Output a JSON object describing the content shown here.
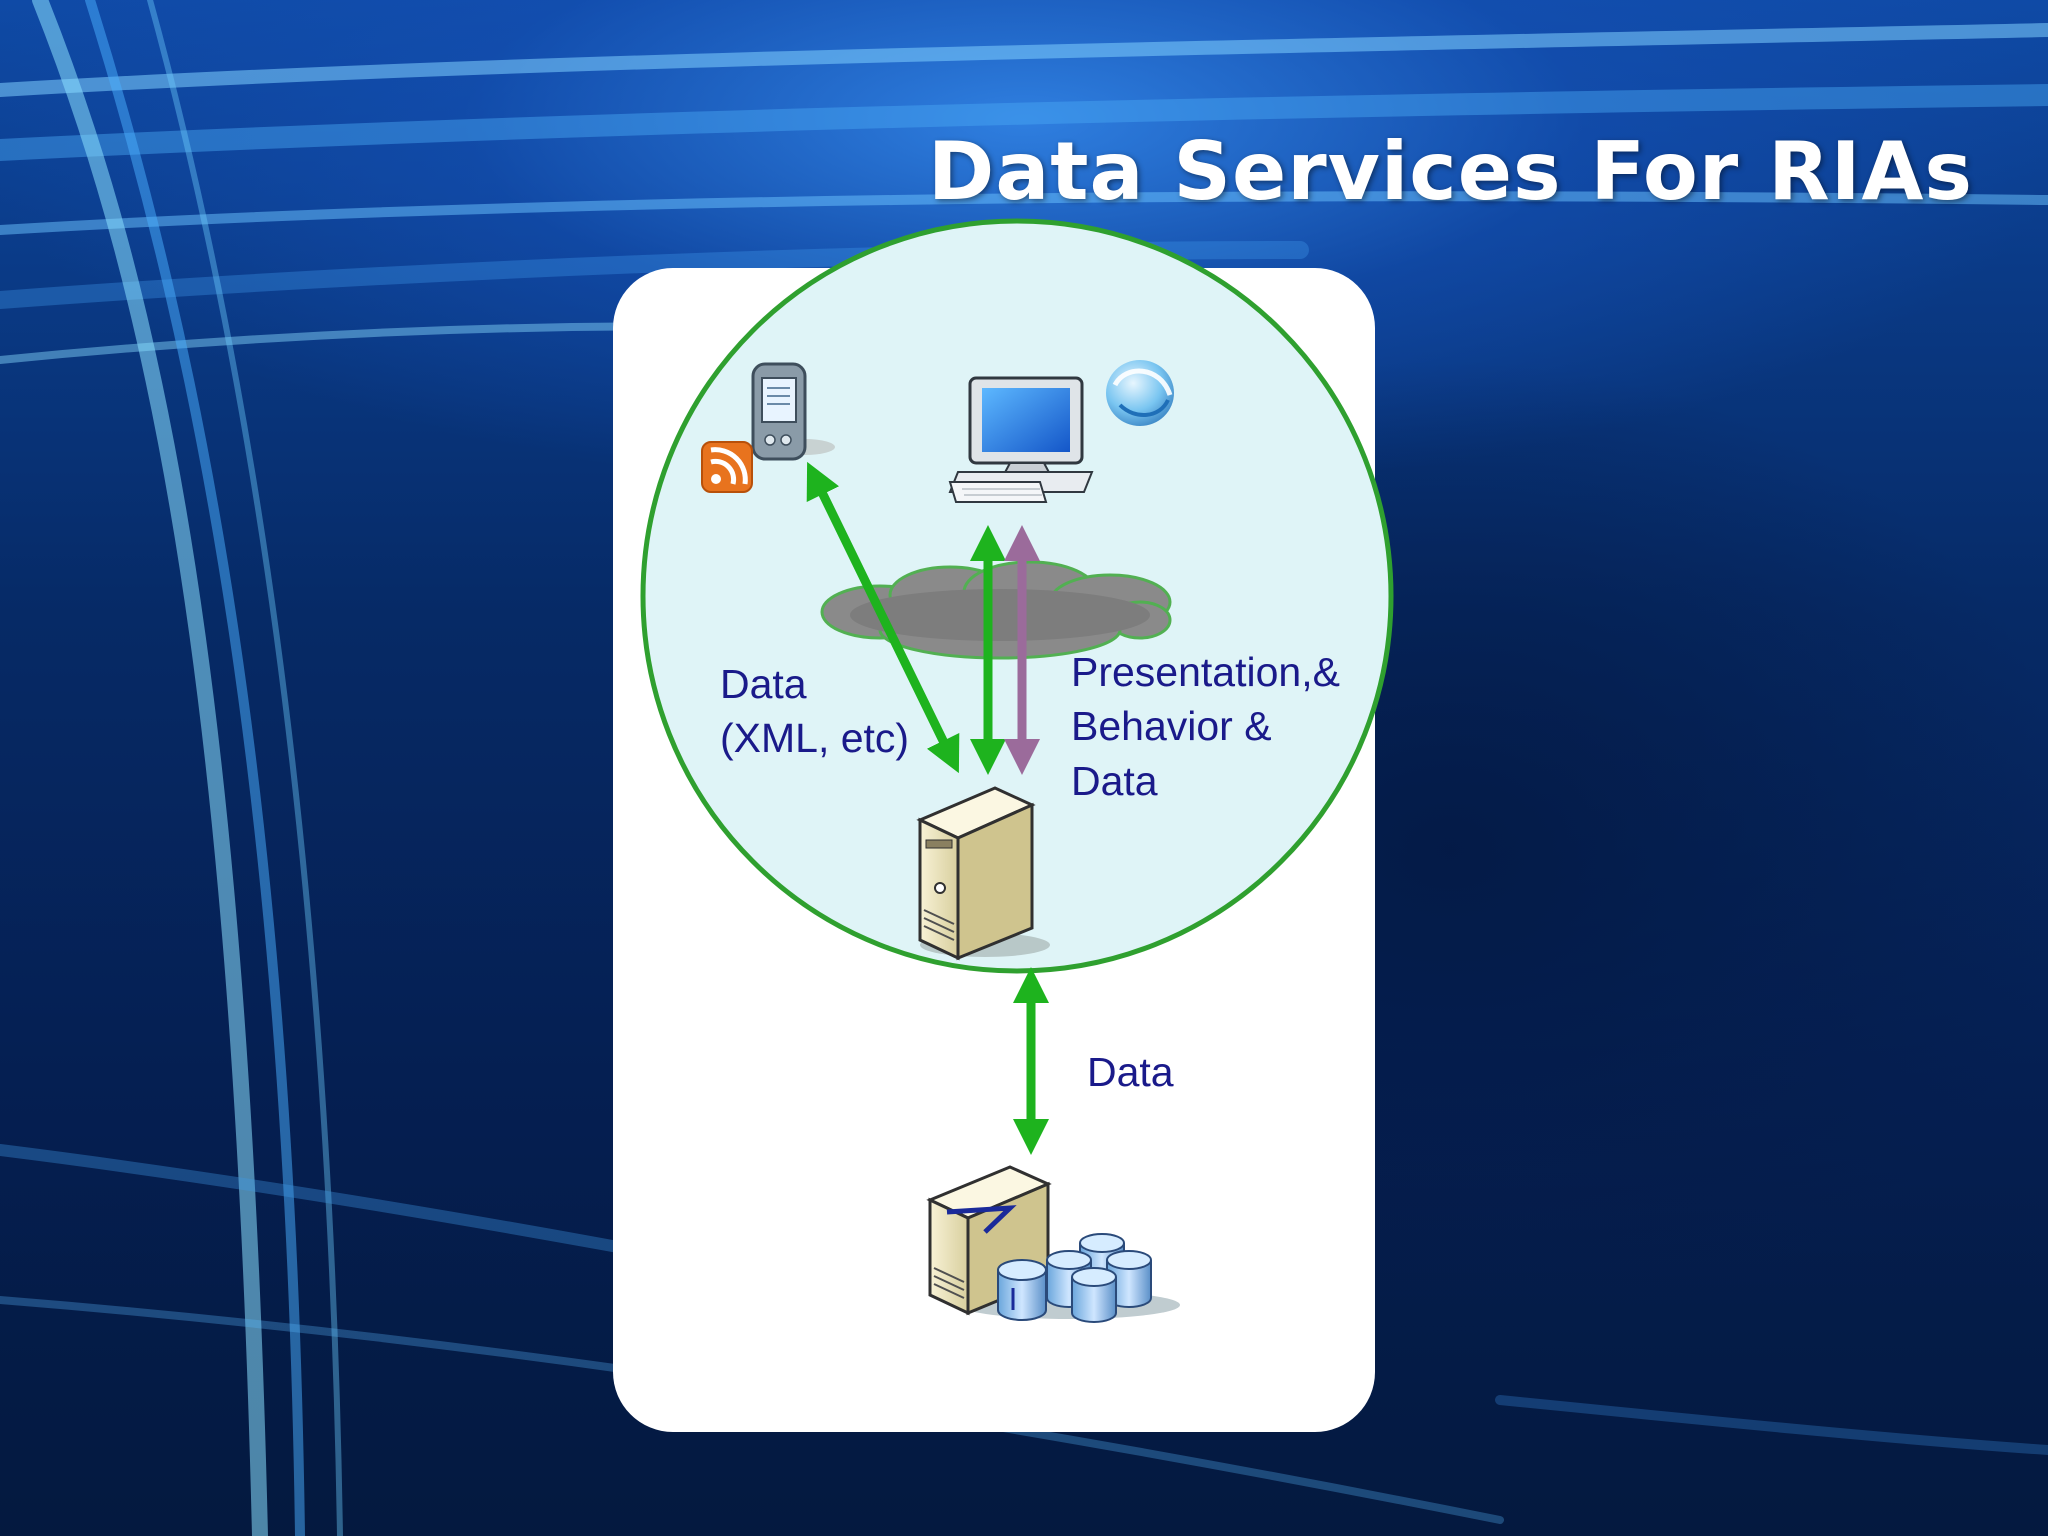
{
  "slide": {
    "title": "Data Services For RIAs"
  },
  "diagram": {
    "nodes": [
      {
        "id": "mobile",
        "icon": "pda-device-icon"
      },
      {
        "id": "rss",
        "icon": "rss-feed-icon"
      },
      {
        "id": "desktop",
        "icon": "desktop-computer-icon"
      },
      {
        "id": "silverlight",
        "icon": "silverlight-logo-icon"
      },
      {
        "id": "internet",
        "icon": "cloud-icon"
      },
      {
        "id": "web-server",
        "icon": "server-icon"
      },
      {
        "id": "database-server",
        "icon": "database-server-icon"
      }
    ],
    "labels": {
      "client_data_line1": "Data",
      "client_data_line2": "(XML, etc)",
      "presentation_line1": "Presentation,&",
      "presentation_line2": "Behavior &",
      "presentation_line3": "Data",
      "backend_data": "Data"
    },
    "colors": {
      "arrow_green": "#1eb31e",
      "arrow_purple": "#9b6b9b",
      "circle_stroke": "#2fa02f",
      "circle_fill": "#dff4f7",
      "label_text": "#1a1a8a"
    }
  }
}
